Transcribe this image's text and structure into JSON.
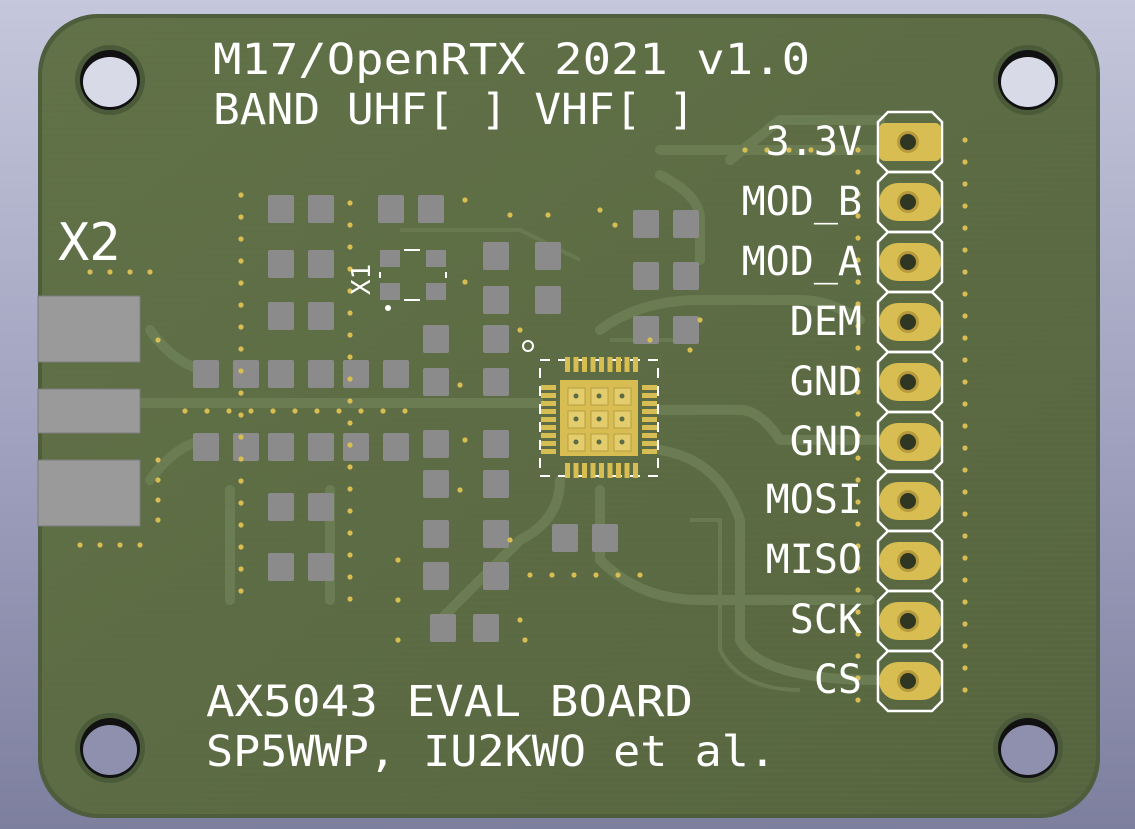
{
  "board": {
    "title_line1": "M17/OpenRTX 2021 v1.0",
    "title_line2": "BAND UHF[ ] VHF[ ]",
    "footer_line1": "AX5043 EVAL BOARD",
    "footer_line2": "SP5WWP, IU2KWO et al.",
    "connector_ref": "X2",
    "crystal_ref": "X1",
    "pin_labels": [
      "3.3V",
      "MOD_B",
      "MOD_A",
      "DEM",
      "GND",
      "GND",
      "MOSI",
      "MISO",
      "SCK",
      "CS"
    ]
  },
  "colors": {
    "pcb": "#5b6b45",
    "pcb_edge": "#4e5d3b",
    "pad": "#8b8b8b",
    "gold": "#d8bd52",
    "silkscreen": "#ffffff",
    "trace": "#66774f"
  }
}
